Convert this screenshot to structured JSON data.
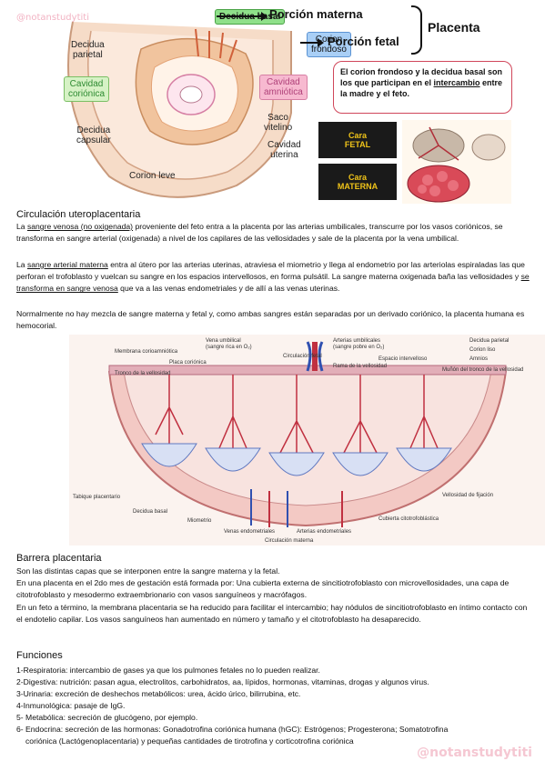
{
  "watermark": {
    "top": "@notanstudytiti",
    "bottom": "@notanstudytiti"
  },
  "figure_top": {
    "labels": {
      "decidua_basal": "Decidua basal",
      "porcion_materna": "Porción materna",
      "corion_frondoso": [
        "Corion",
        "frondoso"
      ],
      "porcion_fetal": "Porción fetal",
      "placenta": "Placenta",
      "decidua_parietal": [
        "Decidua",
        "parietal"
      ],
      "cavidad_corionica": [
        "Cavidad",
        "coriónica"
      ],
      "cavidad_amniotica": [
        "Cavidad",
        "amniótica"
      ],
      "saco_vitelino": [
        "Saco",
        "vitelino"
      ],
      "decidua_capsular": [
        "Decidua",
        "capsular"
      ],
      "cavidad_uterina": [
        "Cavidad",
        "uterina"
      ],
      "corion_leve": "Corion leve"
    },
    "colors": {
      "green": "#8fe08a",
      "blue": "#a9cff6",
      "pink": "#f7b9d0"
    }
  },
  "note": {
    "part1": "El corion frondoso y la decidua basal son los que participan en el ",
    "underlined": "intercambio",
    "part2": " entre la madre y el feto."
  },
  "cara": {
    "fetal": [
      "Cara",
      "FETAL"
    ],
    "materna": [
      "Cara",
      "MATERNA"
    ]
  },
  "circulacion": {
    "heading": "Circulación uteroplacentaria",
    "p1_u": "sangre venosa (no oxigenada)",
    "p1_pre": " La ",
    "p1_post": " proveniente del feto entra a la placenta por las arterias umbilicales, transcurre por los vasos coriónicos, se transforma en sangre arterial (oxigenada) a nivel de los capilares de las vellosidades y sale de la placenta por la vena umbilical.",
    "p2_pre": "La ",
    "p2_u": "sangre arterial materna",
    "p2_mid": " entra al útero por las arterias uterinas, atraviesa el miometrio y llega al endometrio por las arteriolas espiraladas las que perforan el trofoblasto y vuelcan su sangre en los espacios intervellosos, en forma pulsátil. La sangre materna oxigenada baña las vellosidades y ",
    "p2_u2": "se transforma en sangre venosa",
    "p2_post": " que va a las venas endometriales y de allí a las venas uterinas.",
    "p3": "Normalmente no hay mezcla de sangre materna y fetal y, como ambas sangres están separadas por un derivado coriónico, la placenta humana es hemocorial."
  },
  "figure_mid": {
    "labels": {
      "membrana": "Membrana corioamniótica",
      "placa": "Placa coriónica",
      "tronco": "Tronco de la vellosidad",
      "vena_umb": "Vena umbilical",
      "vena_umb_sub": "(sangre rica en O₂)",
      "circ_fetal": "Circulación fetal",
      "arterias_umb": "Arterias umbilicales",
      "arterias_umb_sub": "(sangre pobre en O₂)",
      "rama": "Rama de la vellosidad",
      "espacio": "Espacio intervelloso",
      "munon": "Muñón del tronco de la vellosidad",
      "decidua_parietal": "Decidua parietal",
      "corion_liso": "Corion liso",
      "amnios": "Amnios",
      "tabique": "Tabique placentario",
      "decidua_basal": "Decidua basal",
      "miometrio": "Miometrio",
      "venas_endo": "Venas endometriales",
      "arterias_endo": "Arterias endometriales",
      "circ_materna": "Circulación materna",
      "cubierta": "Cubierta citotrofoblástica",
      "vellosidad_fijacion": "Vellosidad de fijación"
    }
  },
  "barrera": {
    "heading": "Barrera placentaria",
    "p1": " Son las distintas capas que se interponen entre la sangre materna y la fetal.",
    "p2": "En una placenta en el 2do mes de gestación está formada por: Una cubierta externa de sincitiotrofoblasto con microvellosidades, una capa de citotrofoblasto y mesodermo extraembrionario con vasos sanguíneos y macrófagos.",
    "p3": "En un feto a término, la membrana placentaria se ha reducido para facilitar el intercambio; hay nódulos de sincitiotrofoblasto en íntimo contacto con el endotelio capilar.  Los vasos sanguíneos han aumentado en número y tamaño y el citotrofoblasto ha desaparecido."
  },
  "funciones": {
    "heading": "Funciones",
    "items": [
      "1-Respiratoria: intercambio de gases ya que los pulmones fetales no lo pueden realizar.",
      "2-Digestiva:  nutrición:  pasan agua, electrolitos, carbohidratos, aa, lípidos, hormonas, vitaminas, drogas y algunos virus.",
      "3-Urinaria: excreción de deshechos metabólicos: urea, ácido úrico, bilirrubina, etc.",
      "4-Inmunológica: pasaje de IgG.",
      "5- Metabólica: secreción de glucógeno, por ejemplo.",
      "6- Endocrina: secreción de las hormonas: Gonadotrofina coriónica humana (hGC): Estrógenos; Progesterona; Somatotrofina",
      "corióniса (Lactógenoplacentaria) y pequeñas cantidades de tirotrofina y corticotrofina coriónica"
    ]
  }
}
